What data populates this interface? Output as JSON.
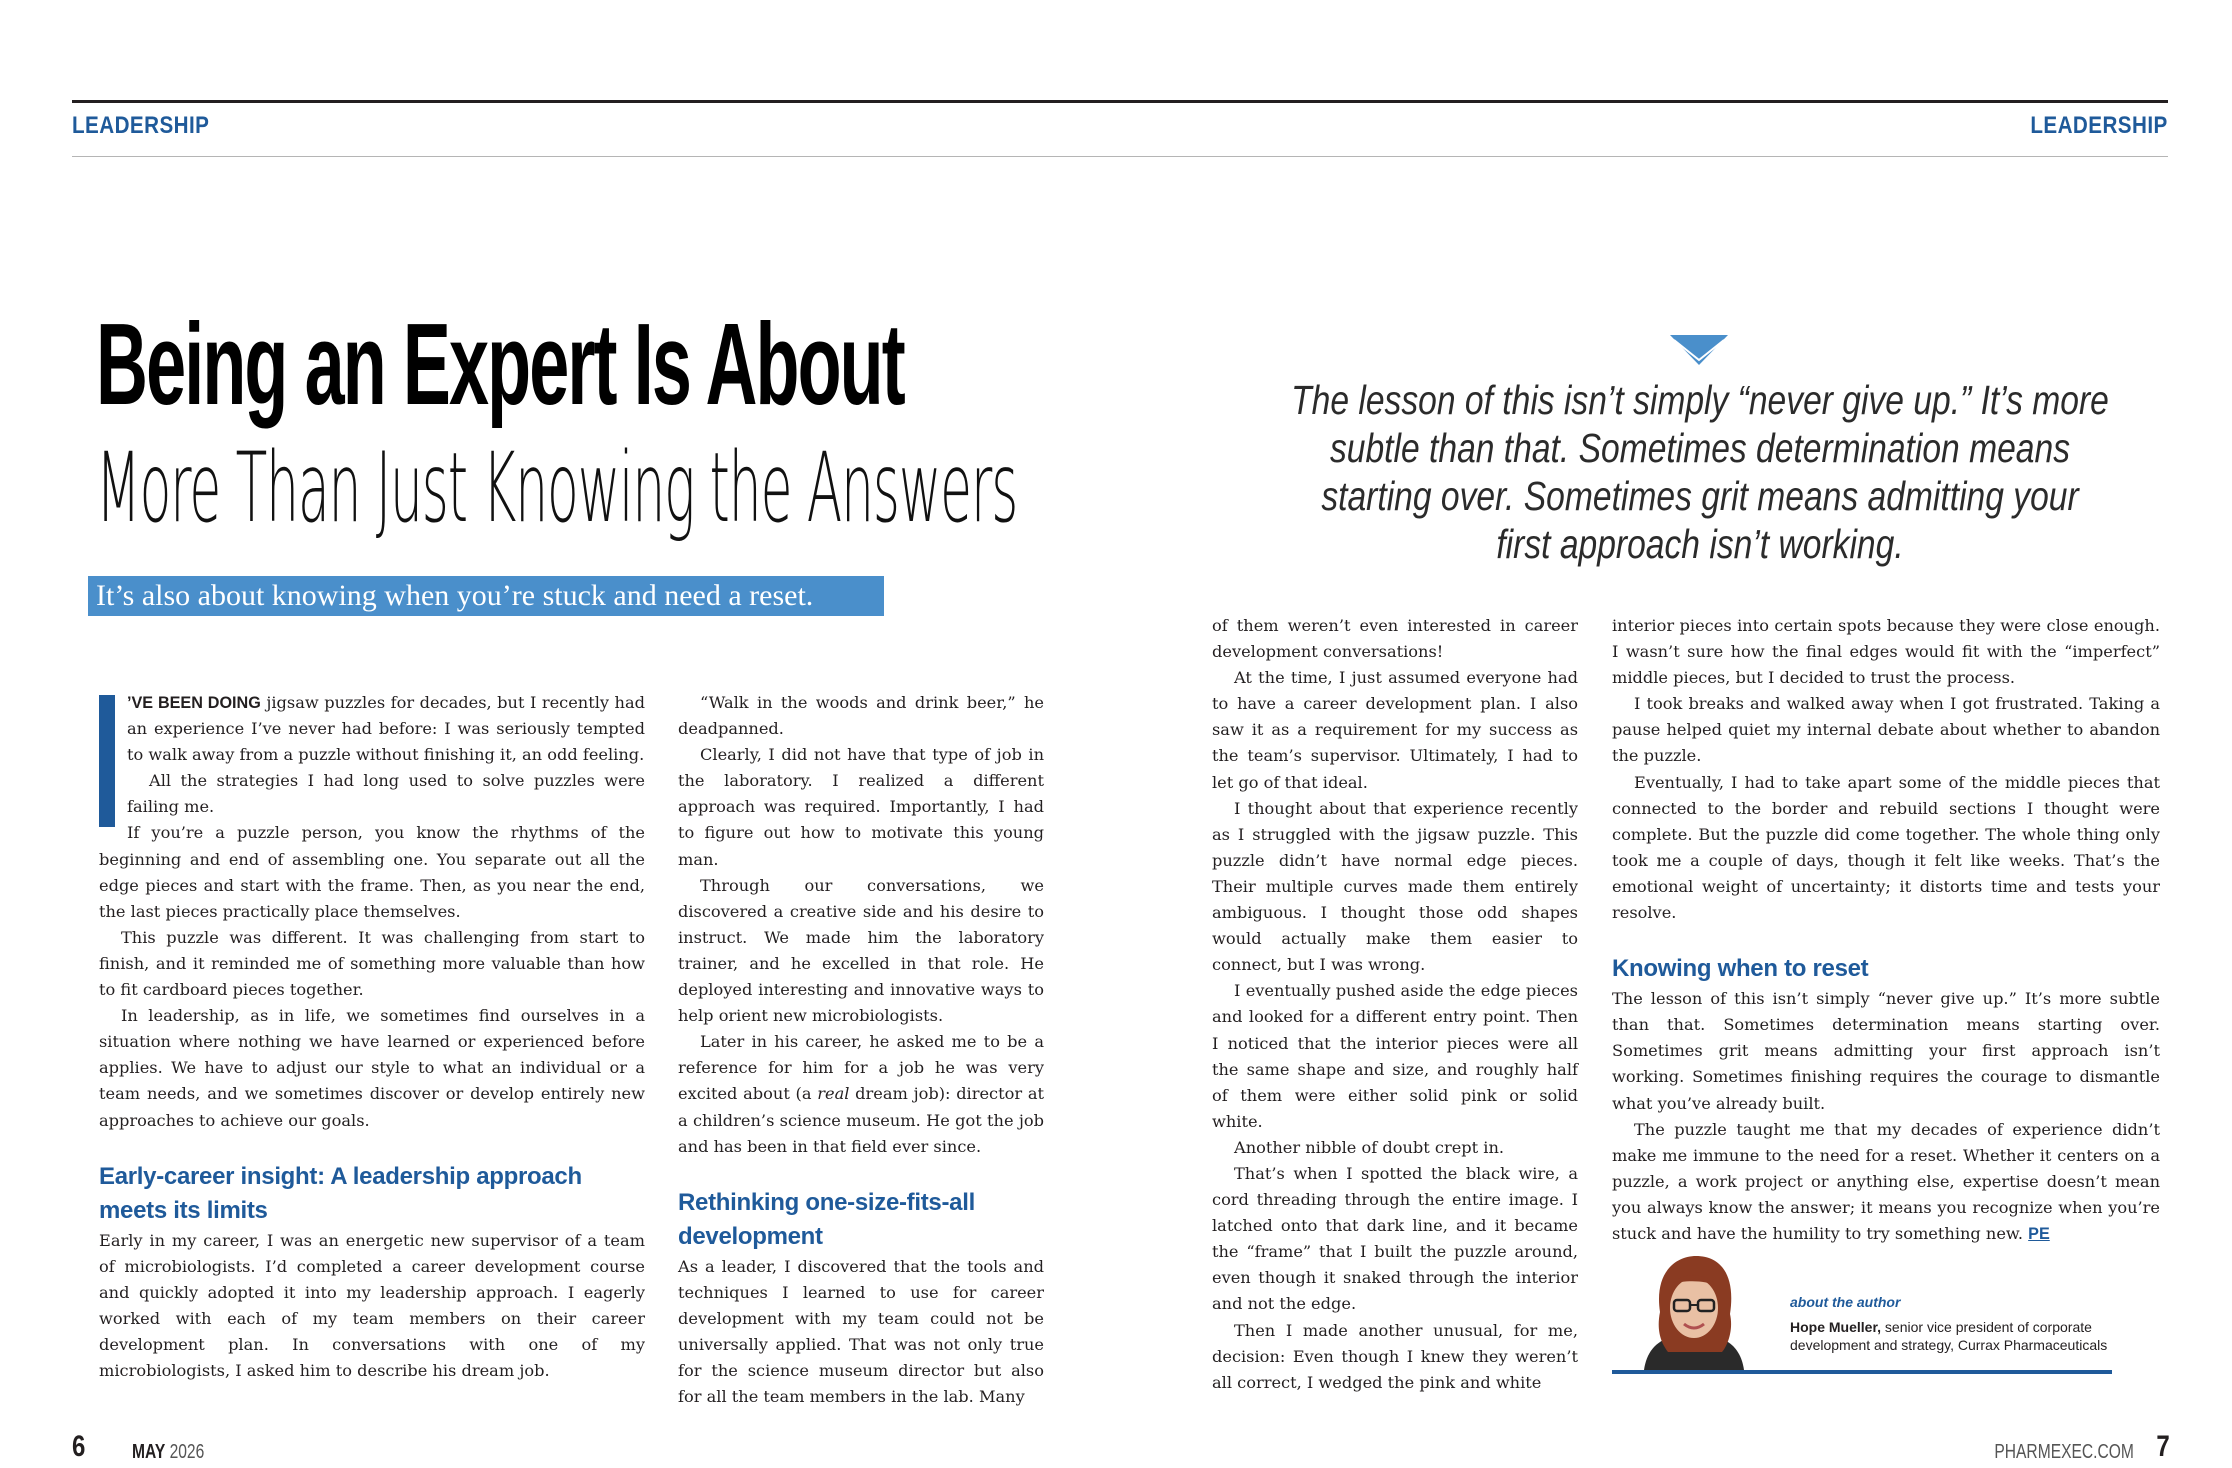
{
  "header": {
    "left_section": "LEADERSHIP",
    "right_section": "LEADERSHIP"
  },
  "headline": {
    "main": "Being an Expert Is About",
    "sub": "More Than Just Knowing the Answers",
    "deck": "It’s also about knowing when you’re stuck and need a reset."
  },
  "pullquote": "The lesson of this isn’t simply “never give up.” It’s more subtle than that. Sometimes determination means starting over. Sometimes grit means admitting your first approach isn’t working.",
  "article": {
    "col1": {
      "lead_in": "’VE BEEN DOING",
      "p1_rest": " jigsaw puzzles for decades, but I recently had an experience I’ve never had before: I was seriously tempted to walk away from a puzzle without finishing it, an odd feeling.",
      "p2": "All the strategies I had long used to solve puzzles were failing me.",
      "p3": "If you’re a puzzle person, you know the rhythms of the beginning and end of assembling one. You separate out all the edge pieces and start with the frame. Then, as you near the end, the last pieces practically place themselves.",
      "p4": "This puzzle was different. It was challenging from start to finish, and it reminded me of something more valuable than how to fit cardboard pieces together.",
      "p5": "In leadership, as in life, we sometimes find ourselves in a situation where nothing we have learned or experienced before applies. We have to adjust our style to what an individual or a team needs, and we sometimes discover or develop entirely new approaches to achieve our goals.",
      "subhead": "Early-career insight: A leadership approach meets its limits",
      "p6": "Early in my career, I was an energetic new supervisor of a team of microbiologists. I’d completed a career development course and quickly adopted it into my leadership approach. I eagerly worked with each of my team members on their career development plan. In conversations with one of my microbiologists, I asked him to describe his dream job."
    },
    "col2": {
      "p1": "“Walk in the woods and drink beer,” he deadpanned.",
      "p2": "Clearly, I did not have that type of job in the laboratory. I realized a different approach was required. Importantly, I had to figure out how to motivate this young man.",
      "p3": "Through our conversations, we discovered a creative side and his desire to instruct. We made him the laboratory trainer, and he excelled in that role. He deployed interesting and innovative ways to help orient new microbiologists.",
      "p4_a": "Later in his career, he asked me to be a reference for him for a job he was very excited about (a ",
      "p4_em": "real",
      "p4_b": " dream job): director at a children’s science museum. He got the job and has been in that field ever since.",
      "subhead": "Rethinking one-size-fits-all development",
      "p5": "As a leader, I discovered that the tools and techniques I learned to use for career development with my team could not be universally applied. That was not only true for the science museum director but also for all the team members in the lab. Many"
    },
    "col3": {
      "p1": "of them weren’t even interested in career development conversations!",
      "p2": "At the time, I just assumed everyone had to have a career development plan. I also saw it as a requirement for my success as the team’s supervisor. Ultimately, I had to let go of that ideal.",
      "p3": "I thought about that experience recently as I struggled with the jigsaw puzzle. This puzzle didn’t have normal edge pieces. Their multiple curves made them entirely ambiguous. I thought those odd shapes would actually make them easier to connect, but I was wrong.",
      "p4": "I eventually pushed aside the edge pieces and looked for a different entry point. Then I noticed that the interior pieces were all the same shape and size, and roughly half of them were either solid pink or solid white.",
      "p5": "Another nibble of doubt crept in.",
      "p6": "That’s when I spotted the black wire, a cord threading through the entire image. I latched onto that dark line, and it became the “frame” that I built the puzzle around, even though it snaked through the interior and not the edge.",
      "p7": "Then I made another unusual, for me, decision: Even though I knew they weren’t all correct, I wedged the pink and white"
    },
    "col4": {
      "p1": "interior pieces into certain spots because they were close enough. I wasn’t sure how the final edges would fit with the “imperfect” middle pieces, but I decided to trust the process.",
      "p2": "I took breaks and walked away when I got frustrated. Taking a pause helped quiet my internal debate about whether to abandon the puzzle.",
      "p3": "Eventually, I had to take apart some of the middle pieces that connected to the border and rebuild sections I thought were complete. But the puzzle did come together. The whole thing only took me a couple of days, though it felt like weeks. That’s the emotional weight of uncertainty; it distorts time and tests your resolve.",
      "subhead": "Knowing when to reset",
      "p4": "The lesson of this isn’t simply “never give up.” It’s more subtle than that. Sometimes determination means starting over. Sometimes grit means admitting your first approach isn’t working. Sometimes finishing requires the courage to dismantle what you’ve already built.",
      "p5": "The puzzle taught me that my decades of experience didn’t make me immune to the need for a reset. Whether it centers on a puzzle, a work project or anything else, expertise doesn’t mean you always know the answer; it means you recognize when you’re stuck and have the humility to try something new. ",
      "end_mark": "PE"
    }
  },
  "author": {
    "tag": "about the author",
    "name": "Hope Mueller,",
    "bio": " senior vice president of corporate development and strategy, Currax Pharmaceuticals"
  },
  "footer": {
    "page_left": "6",
    "month": "MAY",
    "year": "2026",
    "site": "PHARMEXEC.COM",
    "page_right": "7"
  },
  "colors": {
    "accent_blue": "#1f5a9a",
    "deck_blue": "#4a8fcb",
    "text": "#231f20"
  }
}
